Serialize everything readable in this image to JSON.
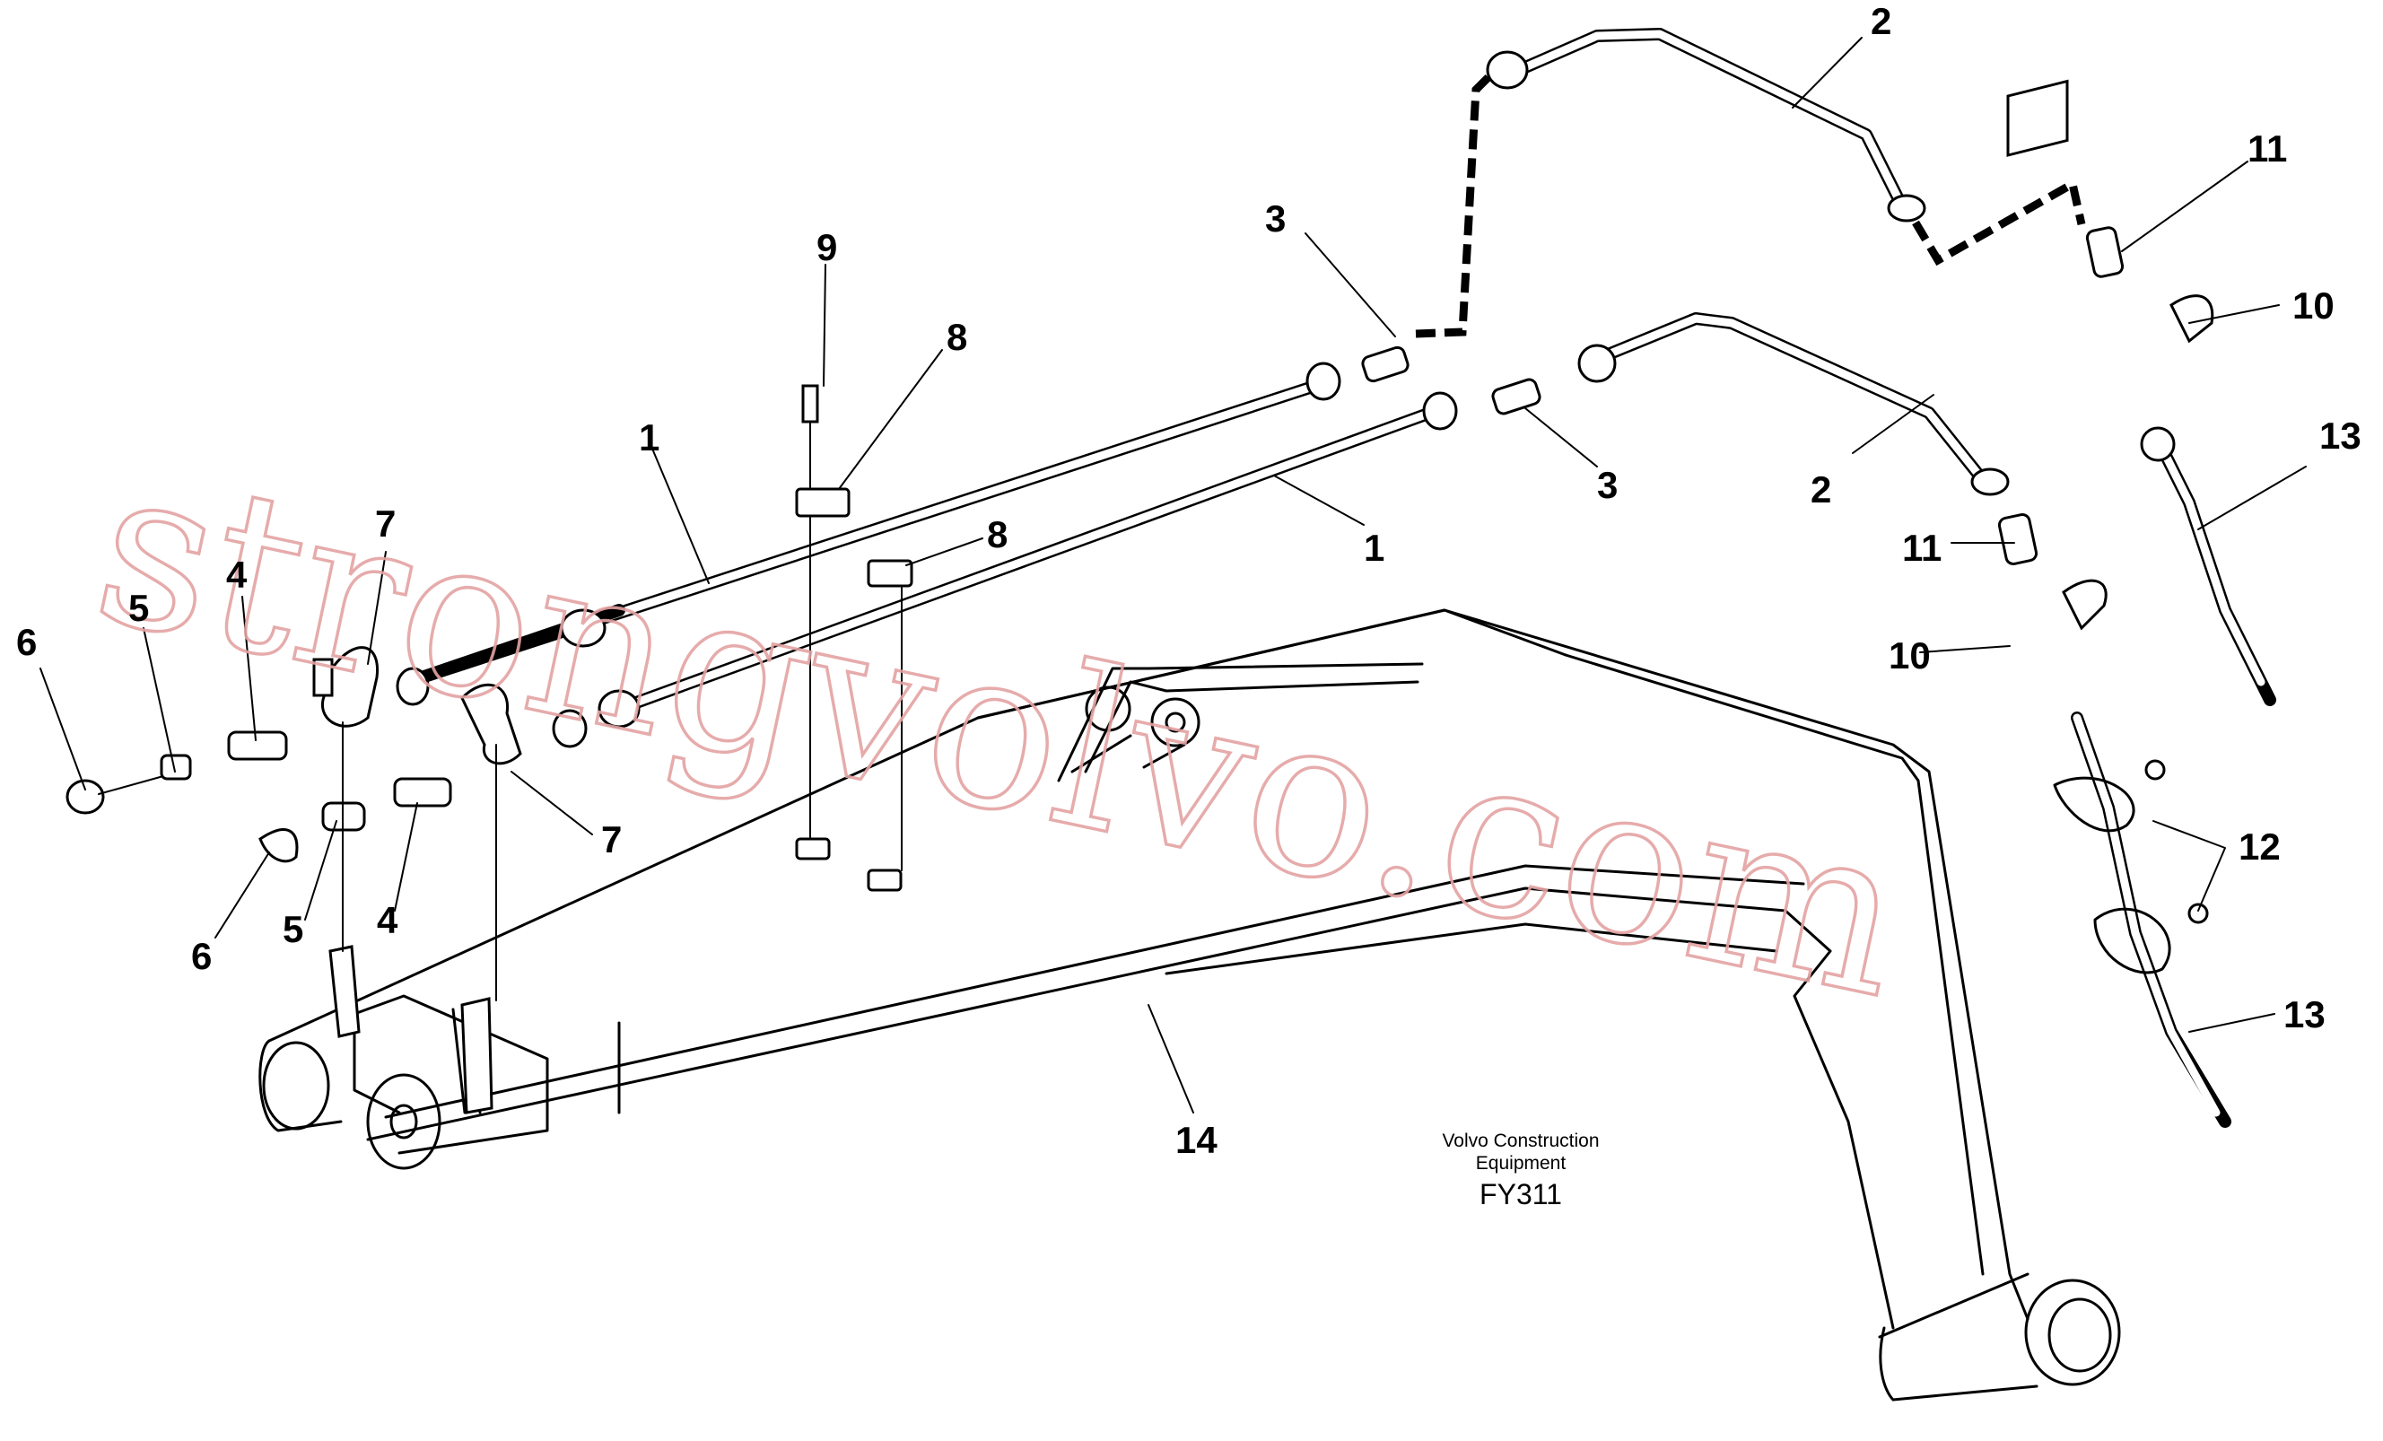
{
  "callouts": [
    {
      "id": "c-2-top",
      "text": "2"
    },
    {
      "id": "c-11-top",
      "text": "11"
    },
    {
      "id": "c-10-top",
      "text": "10"
    },
    {
      "id": "c-13-top",
      "text": "13"
    },
    {
      "id": "c-9",
      "text": "9"
    },
    {
      "id": "c-3-upper",
      "text": "3"
    },
    {
      "id": "c-8-upper",
      "text": "8"
    },
    {
      "id": "c-1-upper",
      "text": "1"
    },
    {
      "id": "c-3-lower",
      "text": "3"
    },
    {
      "id": "c-2-lower",
      "text": "2"
    },
    {
      "id": "c-8-lower",
      "text": "8"
    },
    {
      "id": "c-1-lower",
      "text": "1"
    },
    {
      "id": "c-7-upper",
      "text": "7"
    },
    {
      "id": "c-4-upper",
      "text": "4"
    },
    {
      "id": "c-5-upper",
      "text": "5"
    },
    {
      "id": "c-6-upper",
      "text": "6"
    },
    {
      "id": "c-11-lower",
      "text": "11"
    },
    {
      "id": "c-10-lower",
      "text": "10"
    },
    {
      "id": "c-12",
      "text": "12"
    },
    {
      "id": "c-7-lower",
      "text": "7"
    },
    {
      "id": "c-6-lower",
      "text": "6"
    },
    {
      "id": "c-5-lower",
      "text": "5"
    },
    {
      "id": "c-4-lower",
      "text": "4"
    },
    {
      "id": "c-13-lower",
      "text": "13"
    },
    {
      "id": "c-14",
      "text": "14"
    }
  ],
  "caption": {
    "line1": "Volvo Construction",
    "line2": "Equipment",
    "code": "FY311"
  },
  "watermark": "strongvolvo.com"
}
